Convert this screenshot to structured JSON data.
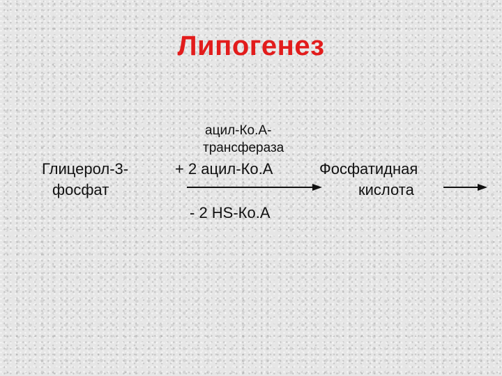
{
  "title": "Липогенез",
  "enzyme": {
    "line1": "ацил-Ко.А-",
    "line2": "трансфераза"
  },
  "substrate": {
    "line1": "Глицерол-3-",
    "line2": "фосфат"
  },
  "reagent": "+ 2 ацил-Ко.А",
  "byproduct": "- 2 HS-Ко.А",
  "product": {
    "line1": "Фосфатидная",
    "line2": "кислота"
  },
  "colors": {
    "title": "#e21c1c",
    "text": "#111111",
    "background": "#e6e6e6"
  },
  "icons": [
    "arrow-right-icon",
    "arrow-right-icon"
  ]
}
